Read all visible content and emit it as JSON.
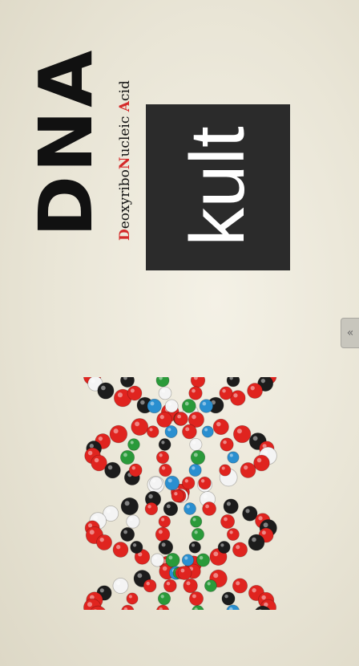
{
  "title": {
    "dna": "DNA",
    "subtitle_parts": [
      {
        "text": "D",
        "cap": true
      },
      {
        "text": "eoxyribo",
        "cap": false
      },
      {
        "text": "N",
        "cap": true
      },
      {
        "text": "ucleic ",
        "cap": false
      },
      {
        "text": "A",
        "cap": true
      },
      {
        "text": "cid",
        "cap": false
      }
    ]
  },
  "brand": {
    "label": "kult"
  },
  "side_tab": {
    "icon": "double-chevron-left-icon",
    "glyph": "«"
  },
  "colors": {
    "red": "#e0241f",
    "green": "#2a9a3a",
    "blue": "#2a8fd0",
    "black": "#1c1c1c",
    "white": "#f4f4f4"
  }
}
